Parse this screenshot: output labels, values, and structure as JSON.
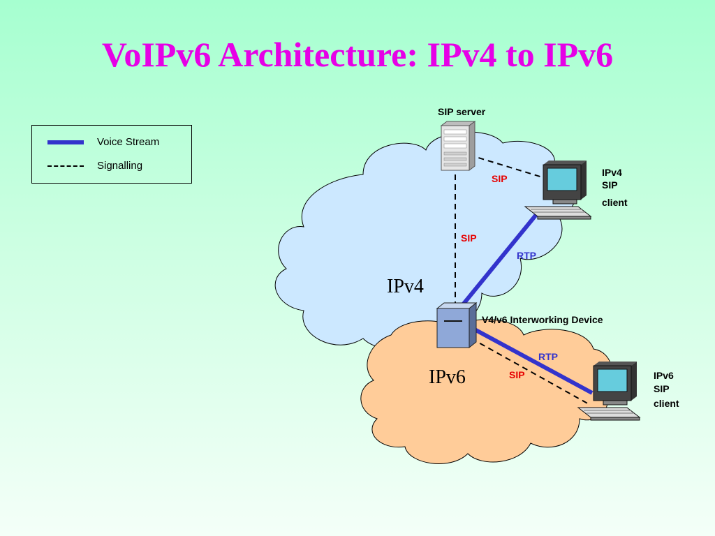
{
  "title": "VoIPv6 Architecture: IPv4 to IPv6",
  "colors": {
    "title": "#e600e6",
    "voice_stream": "#3333cc",
    "sip_label": "#e60000",
    "rtp_label": "#3333cc",
    "ipv4_cloud": "#cce8ff",
    "ipv6_cloud": "#ffcc99"
  },
  "legend": {
    "voice_stream": "Voice Stream",
    "signalling": "Signalling"
  },
  "diagram": {
    "nodes": {
      "sip_server": "SIP server",
      "ipv4_client": [
        "IPv4",
        "SIP",
        "client"
      ],
      "interworking_device": "V4/v6 Interworking Device",
      "ipv6_client": [
        "IPv6",
        "SIP",
        "client"
      ]
    },
    "networks": {
      "ipv4": "IPv4",
      "ipv6": "IPv6"
    },
    "links": {
      "sip_server_to_ipv4_client": "SIP",
      "sip_server_to_device": "SIP",
      "ipv4_client_to_device": "RTP",
      "device_to_ipv6_client_voice": "RTP",
      "device_to_ipv6_client_signal": "SIP"
    }
  }
}
